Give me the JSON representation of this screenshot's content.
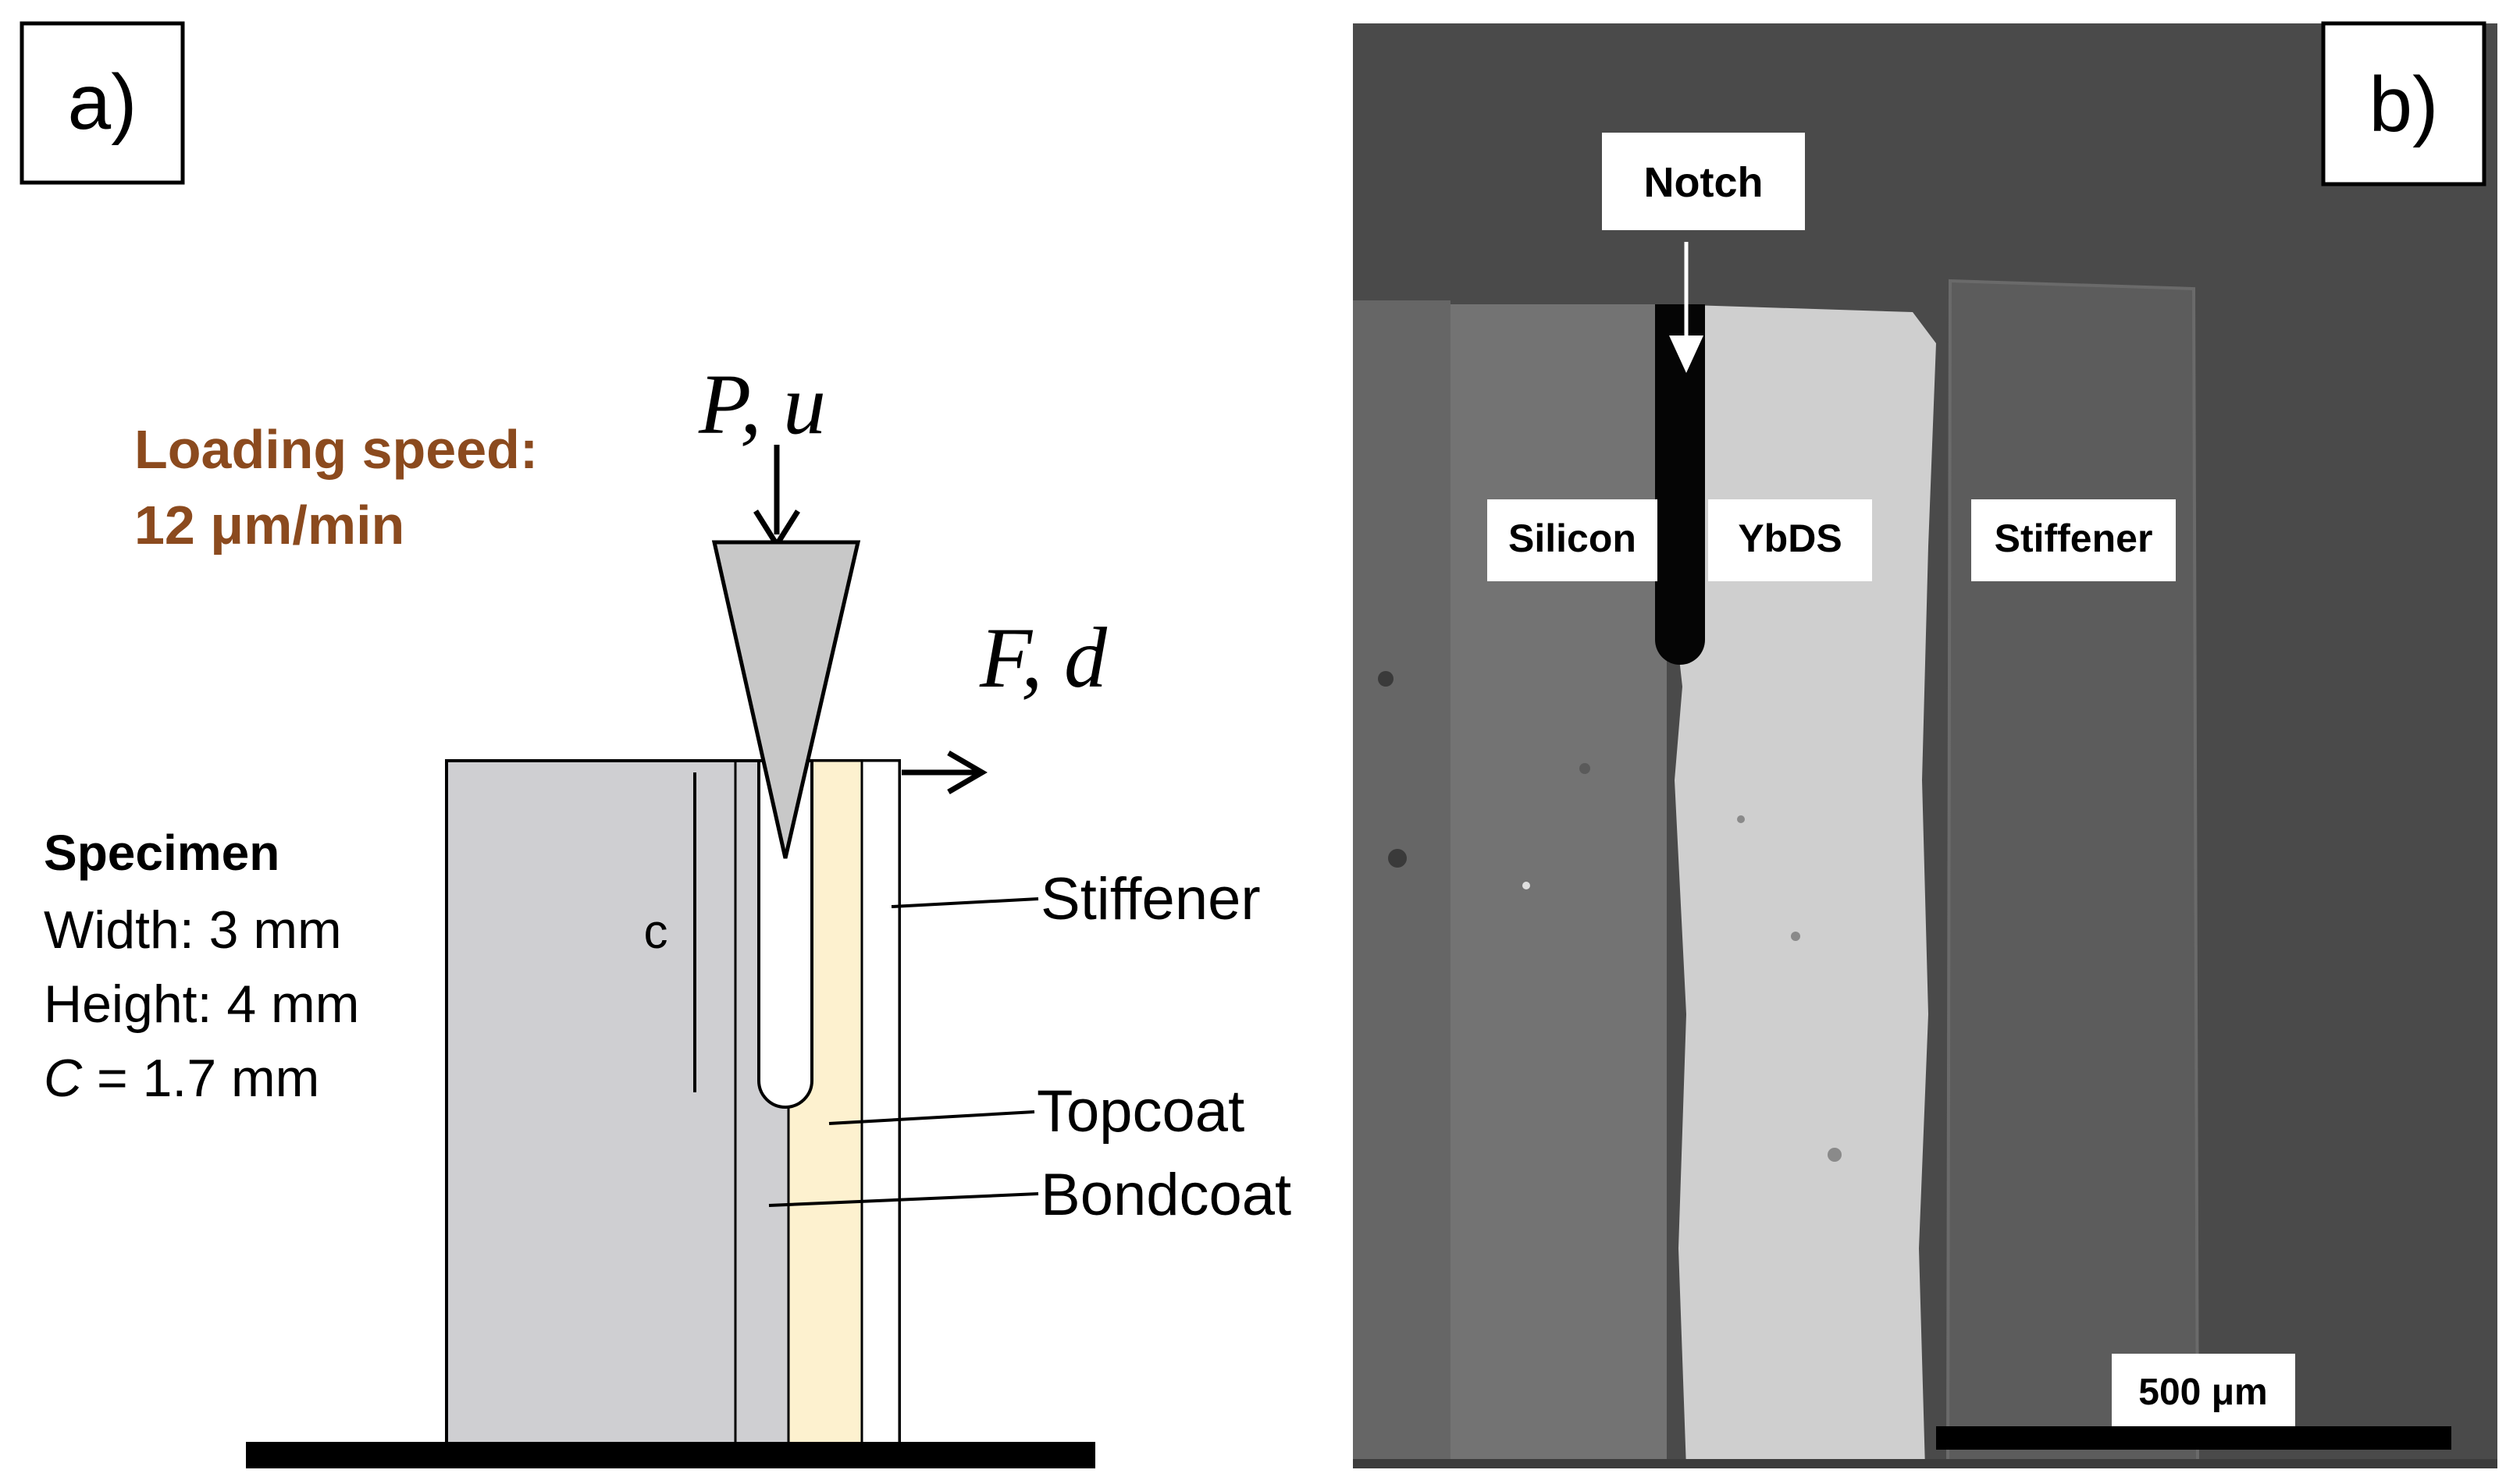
{
  "panel_a": {
    "label": "a)",
    "loading_speed_line1": "Loading speed:",
    "loading_speed_line2": "12 μm/min",
    "load_symbol": "P, u",
    "force_symbol": "F, d",
    "crack_label": "c",
    "specimen": {
      "title": "Specimen",
      "width": "Width: 3 mm",
      "height": "Height: 4 mm",
      "c_symbol": "C",
      "c_value": " = 1.7 mm"
    },
    "callouts": {
      "stiffener": "Stiffener",
      "topcoat": "Topcoat",
      "bondcoat": "Bondcoat"
    },
    "colors": {
      "loading_text": "#8b4a1e",
      "specimen_fill": "#cfcfd2",
      "topcoat_fill": "#fdf1cf",
      "indenter_fill": "#c8c8c8"
    }
  },
  "panel_b": {
    "label": "b)",
    "notch": "Notch",
    "silicon": "Silicon",
    "ybds": "YbDS",
    "stiffener": "Stiffener",
    "scale_bar": "500 μm",
    "colors": {
      "background": "#4a4a4a",
      "silicon": "#737373",
      "ybds": "#cfcfcf",
      "stiffener": "#5c5c5c"
    }
  }
}
